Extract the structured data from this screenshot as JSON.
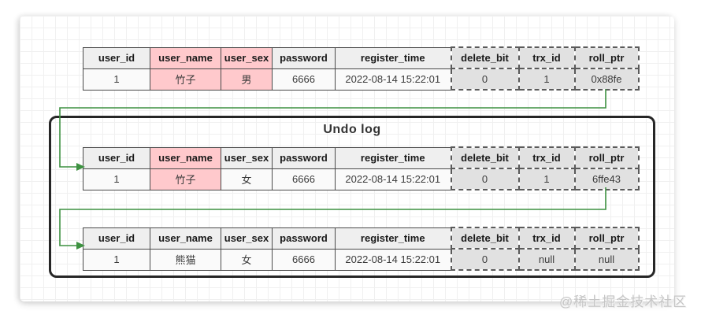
{
  "diagram": {
    "undo_log_label": "Undo log",
    "watermark": "@稀土掘金技术社区"
  },
  "colors": {
    "arrow": "#3d9140",
    "pink": "#ffc9cc",
    "header-bg": "#efefef",
    "data-bg": "#fafafa",
    "dashed-bg": "#e1e1e1",
    "box-border": "#262626"
  },
  "tables": [
    {
      "name": "current-row",
      "headers": [
        "user_id",
        "user_name",
        "user_sex",
        "password",
        "register_time",
        "delete_bit",
        "trx_id",
        "roll_ptr"
      ],
      "row": [
        "1",
        "竹子",
        "男",
        "6666",
        "2022-08-14 15:22:01",
        "0",
        "1",
        "0x88fe"
      ]
    },
    {
      "name": "undo-version-1",
      "headers": [
        "user_id",
        "user_name",
        "user_sex",
        "password",
        "register_time",
        "delete_bit",
        "trx_id",
        "roll_ptr"
      ],
      "row": [
        "1",
        "竹子",
        "女",
        "6666",
        "2022-08-14 15:22:01",
        "0",
        "1",
        "6ffe43"
      ]
    },
    {
      "name": "undo-version-2",
      "headers": [
        "user_id",
        "user_name",
        "user_sex",
        "password",
        "register_time",
        "delete_bit",
        "trx_id",
        "roll_ptr"
      ],
      "row": [
        "1",
        "熊猫",
        "女",
        "6666",
        "2022-08-14 15:22:01",
        "0",
        "null",
        "null"
      ]
    }
  ]
}
